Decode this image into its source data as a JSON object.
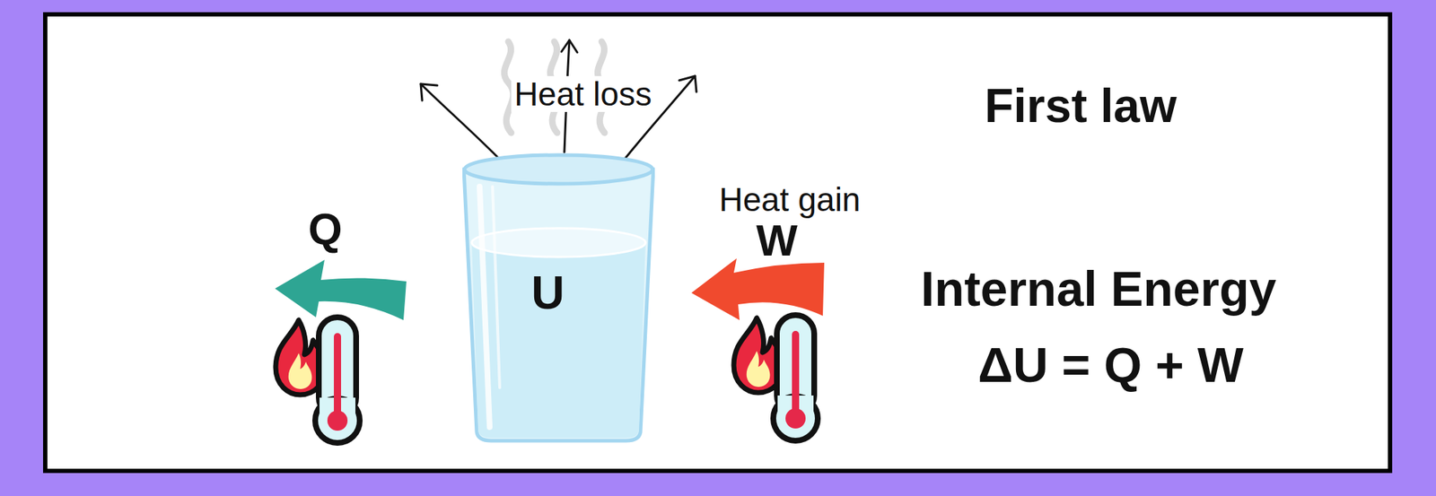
{
  "diagram": {
    "title": "First law",
    "nodes": [
      {
        "text": [
          "U"
        ]
      }
    ],
    "labels": [
      "Heat loss",
      "Q",
      "Heat gain",
      "W",
      "Internal Energy",
      "ΔU = Q + W"
    ]
  }
}
